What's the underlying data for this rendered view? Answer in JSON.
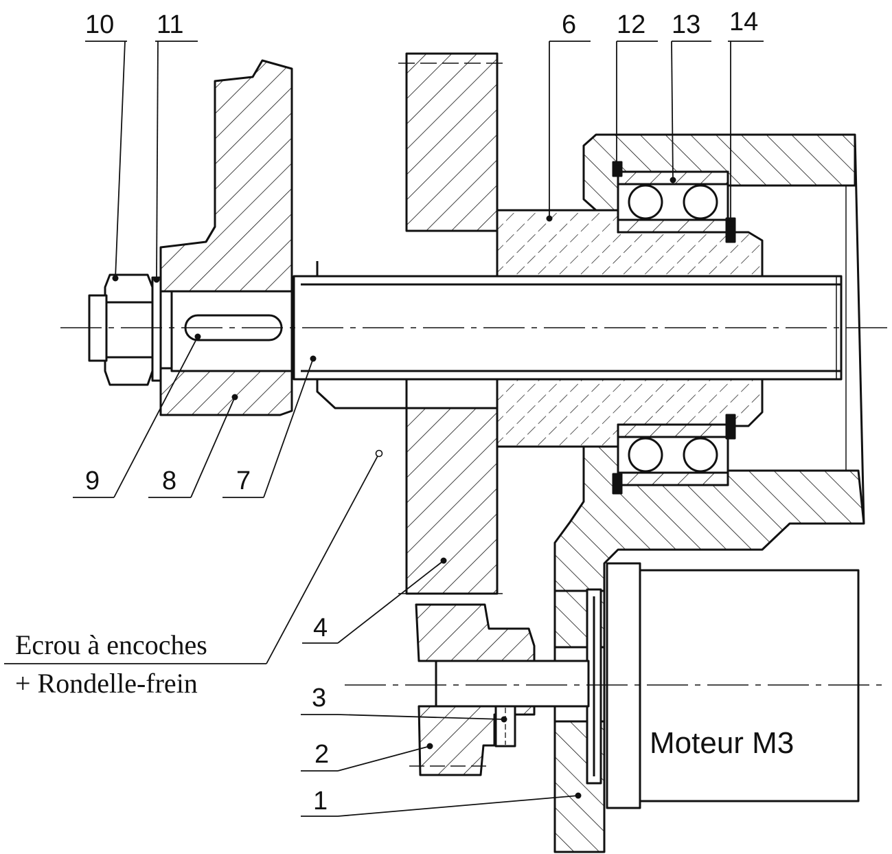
{
  "labels": {
    "n1": "1",
    "n2": "2",
    "n3": "3",
    "n4": "4",
    "n6": "6",
    "n7": "7",
    "n8": "8",
    "n9": "9",
    "n10": "10",
    "n11": "11",
    "n12": "12",
    "n13": "13",
    "n14": "14"
  },
  "note": {
    "line1": "Ecrou à encoches",
    "line2": "+ Rondelle-frein"
  },
  "motor_label": "Moteur M3",
  "colors": {
    "ink": "#111111",
    "background": "#ffffff"
  }
}
